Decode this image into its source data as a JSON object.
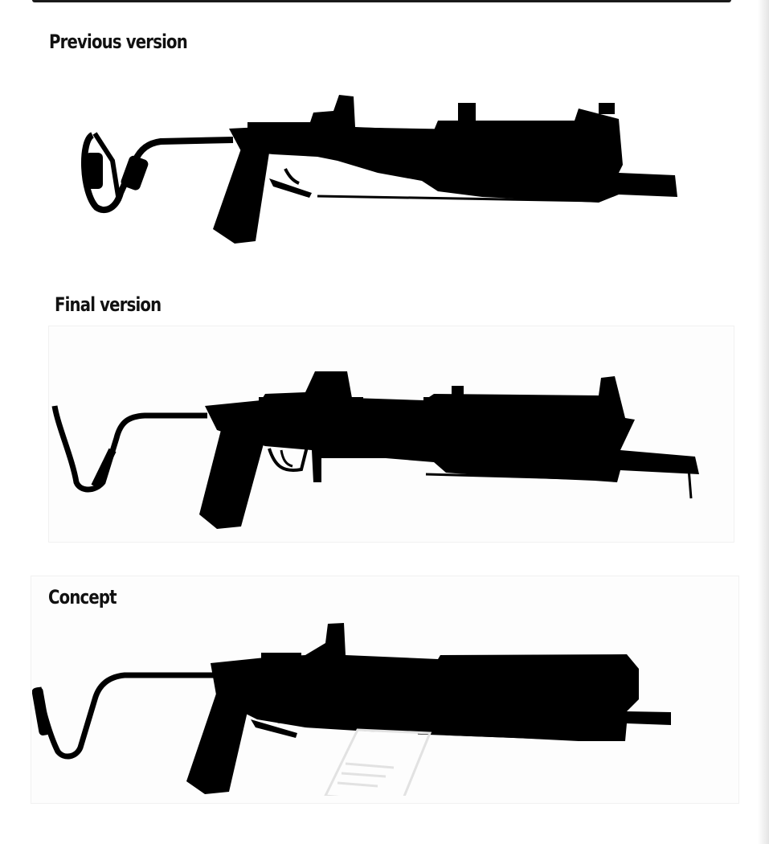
{
  "sections": [
    {
      "label": "Previous version",
      "icon": "rifle-silhouette-previous-icon"
    },
    {
      "label": "Final version",
      "icon": "rifle-silhouette-final-icon"
    },
    {
      "label": "Concept",
      "icon": "rifle-silhouette-concept-icon"
    }
  ],
  "colors": {
    "silhouette": "#000000",
    "background": "#ffffff",
    "label": "#111111"
  }
}
